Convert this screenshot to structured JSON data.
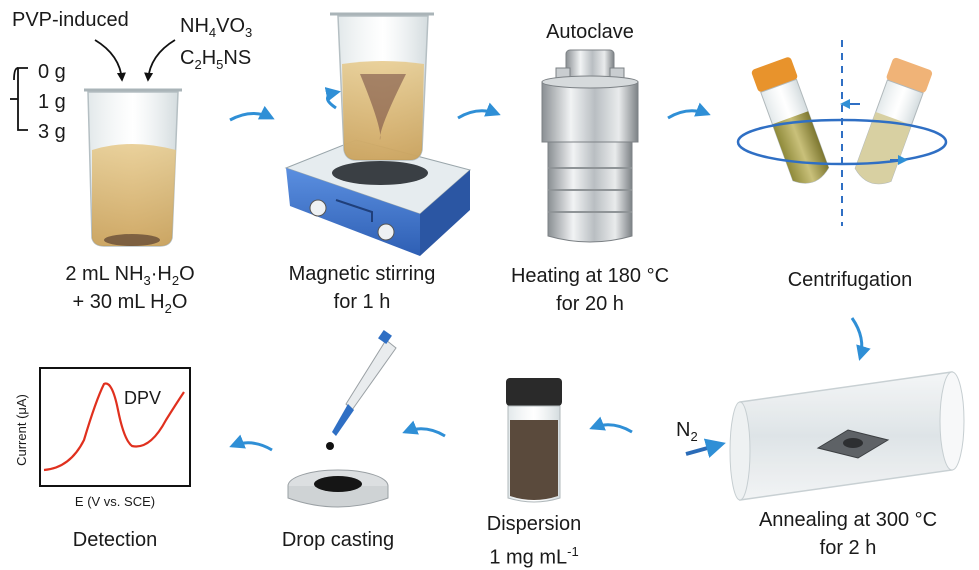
{
  "step1": {
    "pvp_label": "PVP-induced",
    "reagent1": {
      "main": "NH",
      "sub1": "4",
      "mid": "VO",
      "sub2": "3"
    },
    "reagent2": {
      "main": "C",
      "sub1": "2",
      "mid": "H",
      "sub2": "5",
      "tail": "NS"
    },
    "amounts": [
      "0 g",
      "1 g",
      "3 g"
    ],
    "caption_line1": {
      "a": "2 mL NH",
      "sub1": "3",
      "b": "·H",
      "sub2": "2",
      "c": "O"
    },
    "caption_line2": {
      "a": "+ 30 mL H",
      "sub1": "2",
      "c": "O"
    }
  },
  "step2": {
    "line1": "Magnetic stirring",
    "line2": "for 1 h"
  },
  "step3": {
    "title": "Autoclave",
    "line1": "Heating at 180 °C",
    "line2": "for 20 h"
  },
  "step4": {
    "line1": "Centrifugation"
  },
  "step5": {
    "gas_main": "N",
    "gas_sub": "2",
    "line1": "Annealing at 300 °C",
    "line2": "for 2 h"
  },
  "step6": {
    "line1": "Dispersion",
    "line2_main": "1 mg mL",
    "line2_sup": "-1"
  },
  "step7": {
    "line1": "Drop casting"
  },
  "step8": {
    "caption": "Detection",
    "plot_title": "DPV",
    "ylabel": "Current (μA)",
    "xlabel": "E (V vs. SCE)"
  },
  "colors": {
    "arrow": "#2f8fd6",
    "text": "#1a1a1a",
    "dpv_line": "#e0301e",
    "stirrer": "#3f73c8"
  }
}
